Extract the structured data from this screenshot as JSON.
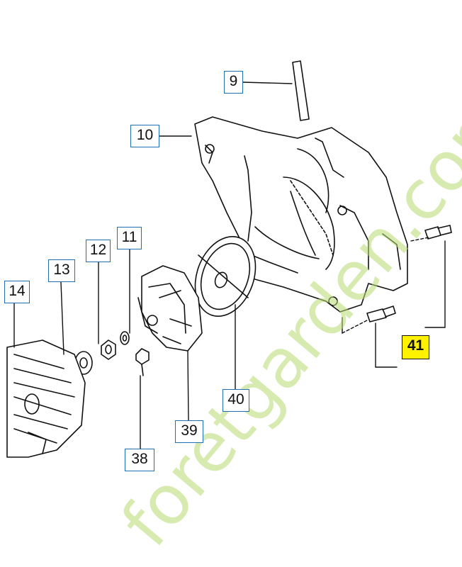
{
  "diagram": {
    "callouts": [
      {
        "id": "9",
        "label": "9"
      },
      {
        "id": "10",
        "label": "10"
      },
      {
        "id": "11",
        "label": "11"
      },
      {
        "id": "12",
        "label": "12"
      },
      {
        "id": "13",
        "label": "13"
      },
      {
        "id": "14",
        "label": "14"
      },
      {
        "id": "38",
        "label": "38"
      },
      {
        "id": "39",
        "label": "39"
      },
      {
        "id": "40",
        "label": "40"
      },
      {
        "id": "41",
        "label": "41",
        "highlight": true
      }
    ],
    "highlight_color": "#fff200",
    "label_border_color": "#1f6fb2"
  },
  "watermark": {
    "text": "foretgarden.com",
    "color": "#b7dc73"
  }
}
